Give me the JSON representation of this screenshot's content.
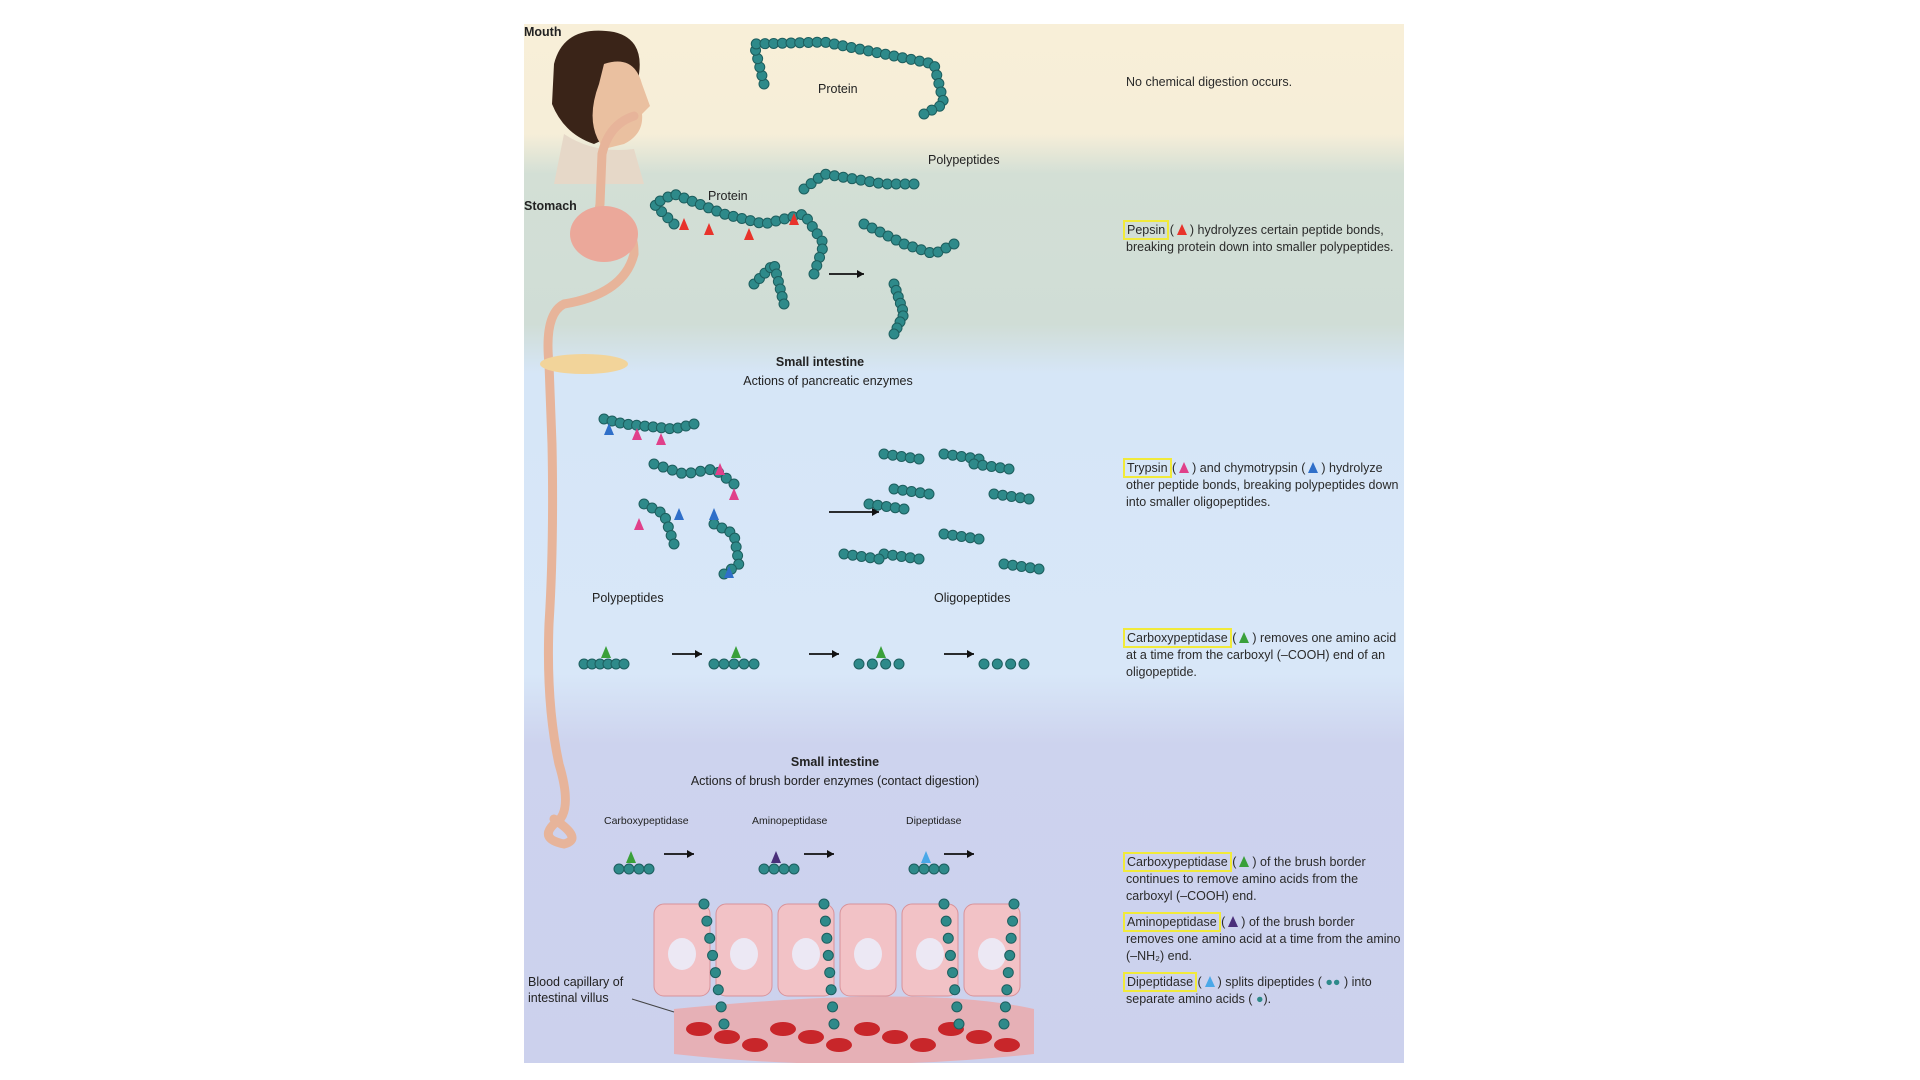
{
  "regions": {
    "mouth": "Mouth",
    "stomach": "Stomach"
  },
  "mouth": {
    "protein_label": "Protein",
    "description": "No chemical digestion occurs."
  },
  "stomach": {
    "protein_label": "Protein",
    "polypeptides_label": "Polypeptides",
    "enzyme": "Pepsin",
    "description": "hydrolyzes certain peptide bonds, breaking protein down into smaller polypeptides."
  },
  "pancreatic": {
    "title": "Small intestine",
    "subtitle": "Actions of pancreatic enzymes",
    "polypeptides_label": "Polypeptides",
    "oligopeptides_label": "Oligopeptides",
    "trypsin": "Trypsin",
    "trypsin_mid": "and chymotrypsin",
    "trypsin_desc": "hydrolyze other peptide bonds, breaking polypeptides down into smaller oligopeptides.",
    "carboxy": "Carboxypeptidase",
    "carboxy_desc": "removes one amino acid at a time from the carboxyl (–COOH) end of an oligopeptide."
  },
  "brush": {
    "title": "Small intestine",
    "subtitle": "Actions of brush border enzymes (contact digestion)",
    "labels": [
      "Carboxypeptidase",
      "Aminopeptidase",
      "Dipeptidase"
    ],
    "carboxy": "Carboxypeptidase",
    "carboxy_desc": "of the brush border continues to remove amino acids from the carboxyl (–COOH) end.",
    "amino": "Aminopeptidase",
    "amino_desc": "of the brush border removes one amino acid at a time from the amino (–NH₂) end.",
    "dipep": "Dipeptidase",
    "dipep_desc1": "splits dipeptides (",
    "dipep_desc2": ") into separate amino acids (",
    "dipep_desc3": ").",
    "capillary_label": "Blood capillary of intestinal villus"
  },
  "colors": {
    "pepsin": "#e8332b",
    "trypsin": "#e0408a",
    "chymotrypsin": "#2f6fc9",
    "carboxypeptidase": "#3aa03a",
    "aminopeptidase": "#4a2f7a",
    "dipeptidase": "#4aa8e8",
    "bead": "#2e8a8a",
    "highlight": "#f1ea3a"
  }
}
